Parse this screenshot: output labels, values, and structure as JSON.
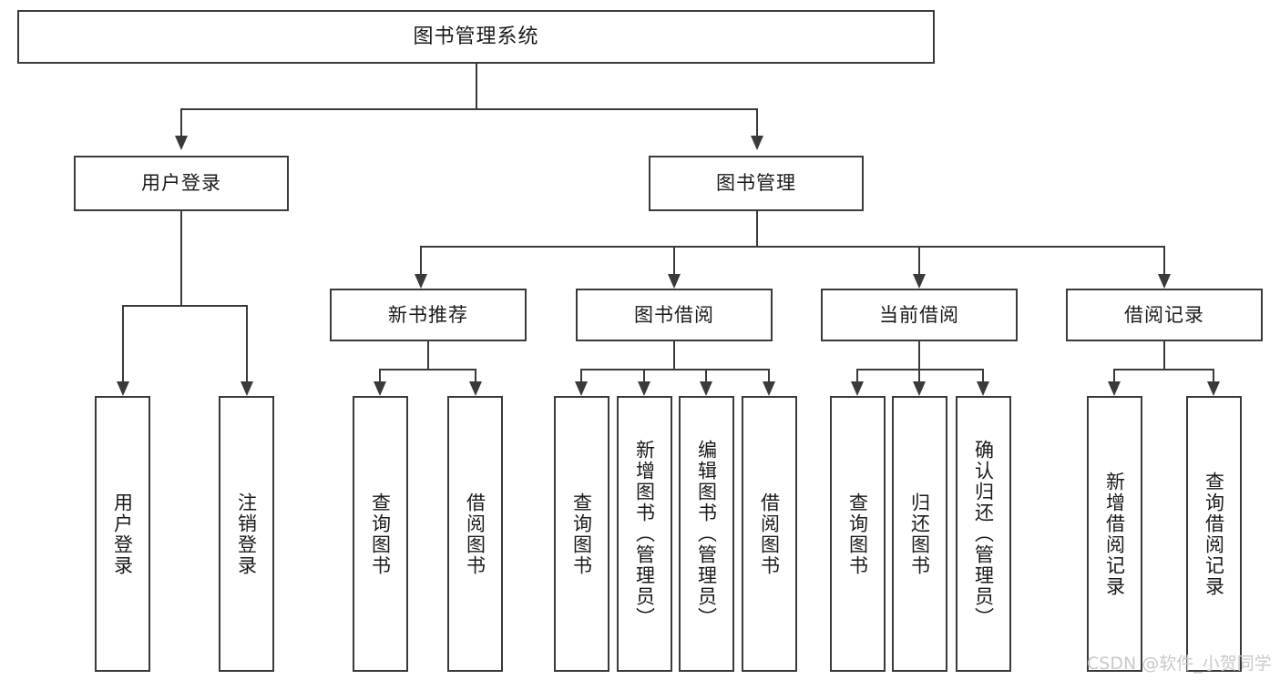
{
  "diagram": {
    "type": "tree",
    "title": "图书管理系统",
    "root": {
      "label": "图书管理系统"
    },
    "level1": [
      {
        "label": "用户登录"
      },
      {
        "label": "图书管理"
      }
    ],
    "level2": [
      {
        "label": "新书推荐"
      },
      {
        "label": "图书借阅"
      },
      {
        "label": "当前借阅"
      },
      {
        "label": "借阅记录"
      }
    ],
    "leaves": {
      "user_login": [
        {
          "label": "用户登录"
        },
        {
          "label": "注销登录"
        }
      ],
      "new_book_recommend": [
        {
          "label": "查询图书"
        },
        {
          "label": "借阅图书"
        }
      ],
      "book_borrow": [
        {
          "label": "查询图书"
        },
        {
          "label": "新增图书（管理员）"
        },
        {
          "label": "编辑图书（管理员）"
        },
        {
          "label": "借阅图书"
        }
      ],
      "current_borrow": [
        {
          "label": "查询图书"
        },
        {
          "label": "归还图书"
        },
        {
          "label": "确认归还（管理员）"
        }
      ],
      "borrow_record": [
        {
          "label": "新增借阅记录"
        },
        {
          "label": "查询借阅记录"
        }
      ]
    }
  },
  "watermark": {
    "text": "CSDN @软件_小贺同学"
  },
  "colors": {
    "stroke": "#3a3a3a",
    "text": "#1a1a1a",
    "background": "#ffffff",
    "watermark": "#c9c9c9"
  }
}
